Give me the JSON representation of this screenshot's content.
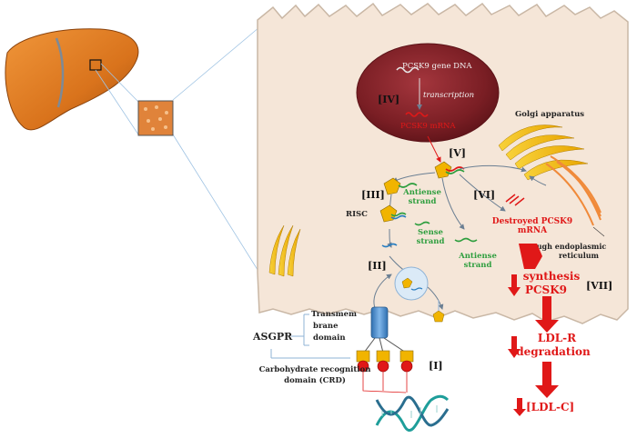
{
  "labels": {
    "pcsk9_dna": "PCSK9 gene DNA",
    "transcription": "transcription",
    "pcsk9_mrna": "PCSK9 mRNA",
    "golgi": "Golgi apparatus",
    "antisense_top_1": "Antiense",
    "antisense_top_2": "strand",
    "risc": "RISC",
    "sense_1": "Sense",
    "sense_2": "strand",
    "antisense_bot_1": "Antiense",
    "antisense_bot_2": "strand",
    "destroyed_1": "Destroyed PCSK9",
    "destroyed_2": "mRNA",
    "rer_1": "Rough endoplasmic",
    "rer_2": "reticulum",
    "synthesis_1": "synthesis",
    "synthesis_2": "PCSK9",
    "ldlr_1": "LDL-R",
    "ldlr_2": "degradation",
    "ldlc": "[LDL-C]",
    "asgpr": "ASGPR",
    "transmem_1": "Transmem",
    "transmem_2": "brane",
    "transmem_3": "domain",
    "crd_1": "Carbohydrate recognition",
    "crd_2": "domain (CRD)"
  },
  "steps": {
    "i": "[I]",
    "ii": "[II]",
    "iii": "[III]",
    "iv": "[IV]",
    "v": "[V]",
    "vi": "[VI]",
    "vii": "[VII]"
  },
  "colors": {
    "cell_fill": "#f5e6d8",
    "cell_stroke": "#c9b7a5",
    "nucleus": "#7a1e24",
    "liver": "#d9731c",
    "golgi": "#f1b400",
    "rer": "#f08a3a",
    "accent_red": "#e01818",
    "green_text": "#2e9e3e",
    "receptor": "#4a8fd1"
  }
}
